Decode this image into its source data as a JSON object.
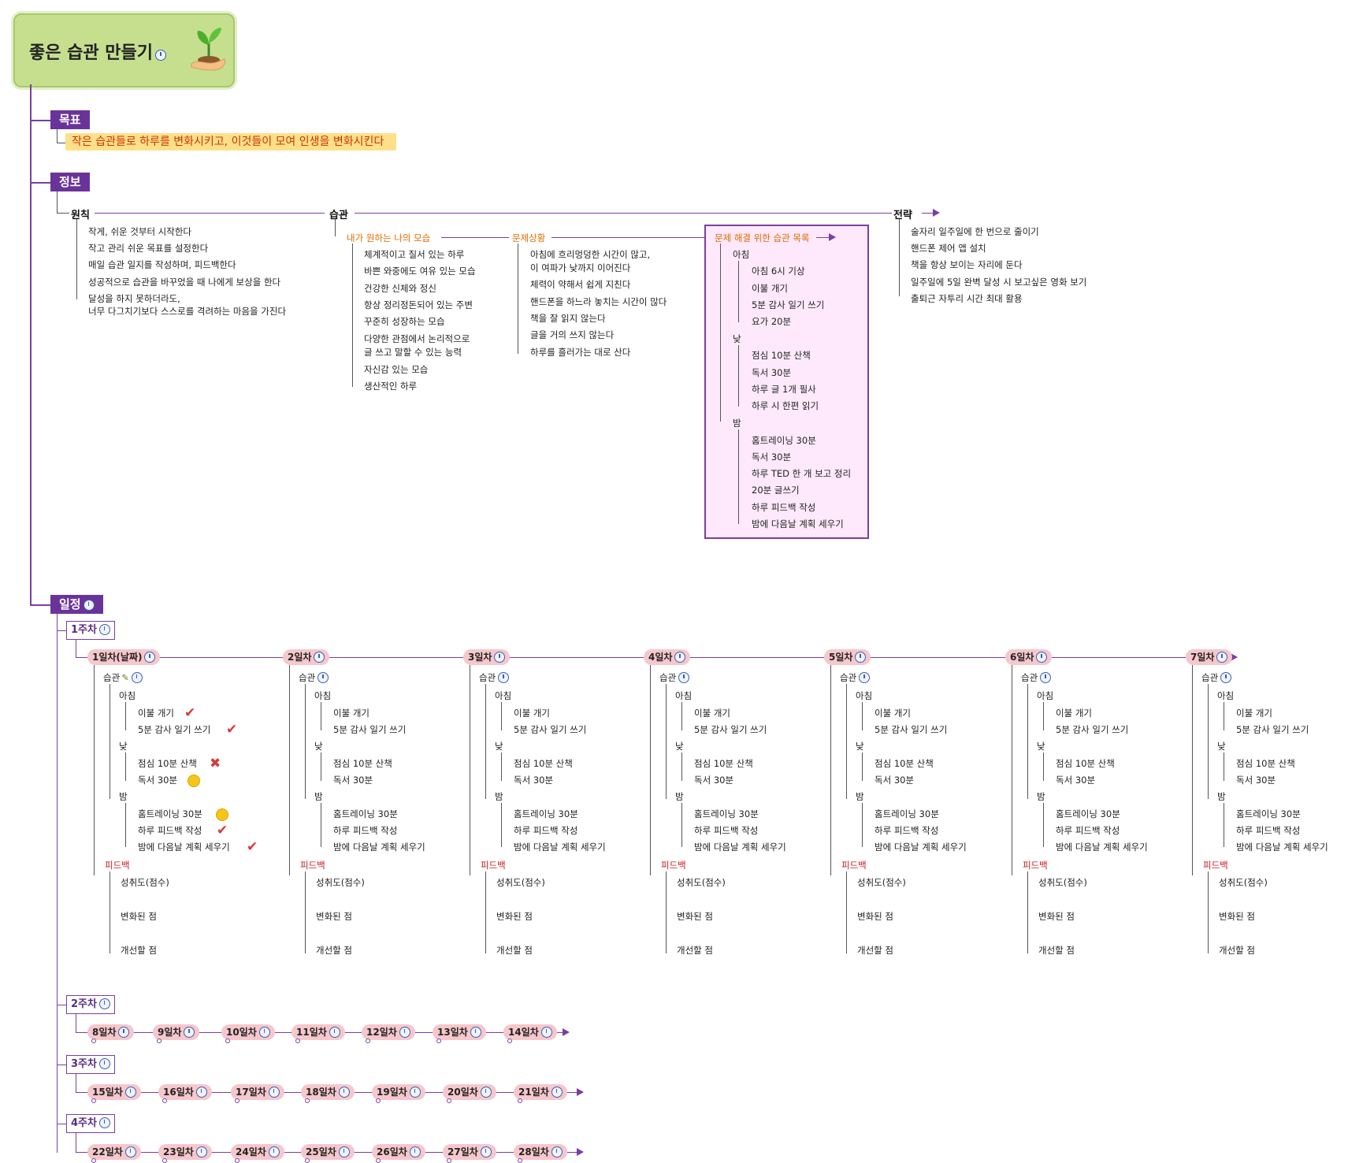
{
  "root": {
    "title": "좋은 습관 만들기",
    "icon": "sprout-in-hand-icon"
  },
  "goal": {
    "header": "목표",
    "text": "작은 습관들로 하루를 변화시키고, 이것들이 모여 인생을 변화시킨다"
  },
  "info": {
    "header": "정보",
    "principles": {
      "title": "원칙",
      "items": [
        "작게, 쉬운 것부터 시작한다",
        "작고 관리 쉬운 목표를 설정한다",
        "매일 습관 일지를 작성하며, 피드백한다",
        "성공적으로 습관을 바꾸었을 때 나에게 보상을 한다",
        "달성을 하지 못하더라도,",
        "너무 다그치기보다 스스로를 격려하는 마음을 가진다"
      ]
    },
    "habits": {
      "title": "습관",
      "ideal": {
        "title": "내가 원하는 나의 모습",
        "items": [
          "체계적이고 질서 있는 하루",
          "바쁜 와중에도 여유 있는 모습",
          "건강한 신체와 정신",
          "항상 정리정돈되어 있는 주변",
          "꾸준히 성장하는 모습",
          "다양한 관점에서 논리적으로",
          "글 쓰고 말할 수 있는 능력",
          "자신감 있는 모습",
          "생산적인 하루"
        ]
      },
      "problems": {
        "title": "문제상황",
        "items": [
          "아침에 흐리멍덩한 시간이 많고,",
          "이 여파가 낮까지 이어진다",
          "체력이 약해서 쉽게 지친다",
          "핸드폰을 하느라 놓치는 시간이 많다",
          "책을 잘 읽지 않는다",
          "글을 거의 쓰지 않는다",
          "하루를 흘러가는 대로 산다"
        ]
      },
      "solution": {
        "title": "문제 해결 위한 습관 목록",
        "morning": {
          "title": "아침",
          "items": [
            "아침 6시 기상",
            "이불 개기",
            "5분 감사 일기 쓰기",
            "요가 20분"
          ]
        },
        "noon": {
          "title": "낮",
          "items": [
            "점심 10분 산책",
            "독서 30분",
            "하루 글 1개 필사",
            "하루 시 한편 읽기"
          ]
        },
        "night": {
          "title": "밤",
          "items": [
            "홈트레이닝 30분",
            "독서 30분",
            "하루 TED 한 개 보고 정리",
            "20분 글쓰기",
            "하루 피드백 작성",
            "밤에 다음날 계획 세우기"
          ]
        }
      }
    },
    "strategy": {
      "title": "전략",
      "items": [
        "술자리 일주일에 한 번으로 줄이기",
        "핸드폰 제어 앱 설치",
        "책을 항상 보이는 자리에 둔다",
        "일주일에 5일 완벽 달성 시 보고싶은 영화 보기",
        "출퇴근 자투리 시간 최대 활용"
      ]
    }
  },
  "schedule": {
    "header": "일정",
    "weeks": [
      "1주차",
      "2주차",
      "3주차",
      "4주차"
    ],
    "week1_days": [
      "1일차(날짜)",
      "2일차",
      "3일차",
      "4일차",
      "5일차",
      "6일차",
      "7일차"
    ],
    "week2_days": [
      "8일차",
      "9일차",
      "10일차",
      "11일차",
      "12일차",
      "13일차",
      "14일차"
    ],
    "week3_days": [
      "15일차",
      "16일차",
      "17일차",
      "18일차",
      "19일차",
      "20일차",
      "21일차"
    ],
    "week4_days": [
      "22일차",
      "23일차",
      "24일차",
      "25일차",
      "26일차",
      "27일차",
      "28일차"
    ],
    "day_detail": {
      "habit": "습관",
      "morning": "아침",
      "m1": "이불 개기",
      "m2": "5분 감사 일기 쓰기",
      "noon": "낮",
      "n1": "점심 10분 산책",
      "n2": "독서 30분",
      "night": "밤",
      "e1": "홈트레이닝 30분",
      "e2": "하루 피드백 작성",
      "e3": "밤에 다음날 계획 세우기",
      "feedback": "피드백",
      "f1": "성취도(점수)",
      "f2": "변화된 점",
      "f3": "개선할 점"
    },
    "day1_status": {
      "m1": "check",
      "m2": "check",
      "n1": "x",
      "n2": "partial",
      "e1": "partial",
      "e2": "check",
      "e3": "check"
    }
  }
}
